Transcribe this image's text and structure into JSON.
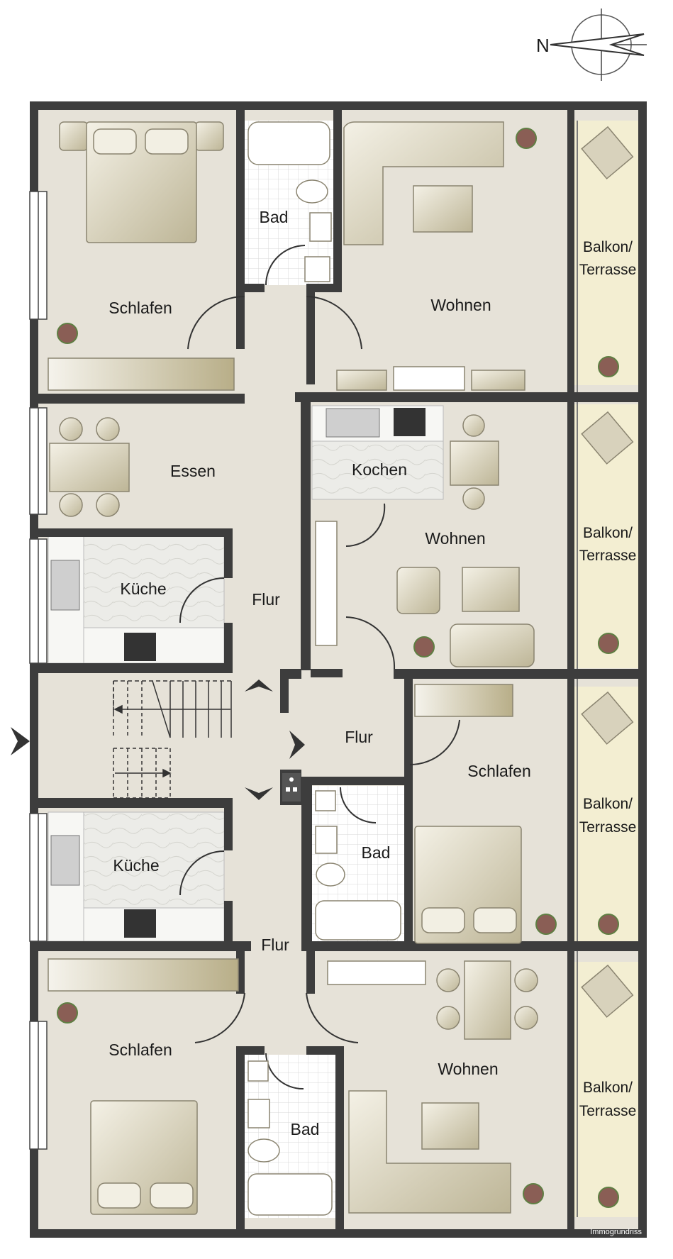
{
  "compass": {
    "north_label": "N"
  },
  "rooms": {
    "schlafen_top": "Schlafen",
    "bad_top": "Bad",
    "wohnen_top": "Wohnen",
    "balkon_1_a": "Balkon/",
    "balkon_1_b": "Terrasse",
    "essen": "Essen",
    "kueche_top": "Küche",
    "flur_mid": "Flur",
    "kochen": "Kochen",
    "wohnen_mid": "Wohnen",
    "balkon_2_a": "Balkon/",
    "balkon_2_b": "Terrasse",
    "flur_right": "Flur",
    "schlafen_right": "Schlafen",
    "balkon_3_a": "Balkon/",
    "balkon_3_b": "Terrasse",
    "kueche_bottom": "Küche",
    "bad_mid": "Bad",
    "flur_bottom": "Flur",
    "schlafen_bottom": "Schlafen",
    "wohnen_bottom": "Wohnen",
    "bad_bottom": "Bad",
    "balkon_4_a": "Balkon/",
    "balkon_4_b": "Terrasse"
  },
  "credit": "Immogrundriss",
  "colors": {
    "wall": "#3d3d3d",
    "floor": "#e6e2d8",
    "balcony": "#f3eed2",
    "tile": "#ffffff",
    "furniture": "#d6d0b8",
    "counter": "#e9e9e4"
  }
}
